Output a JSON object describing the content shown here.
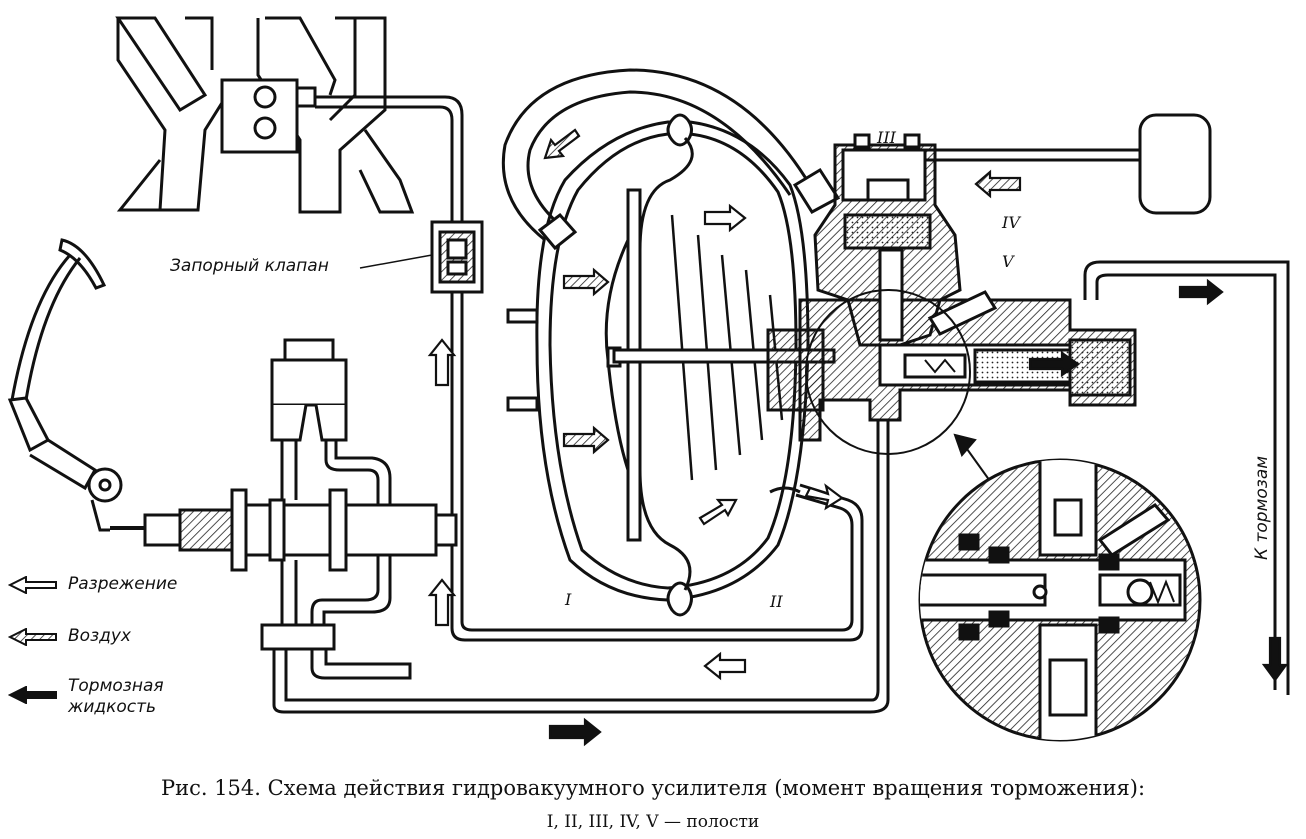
{
  "labels": {
    "check_valve": "Запорный клапан",
    "to_brakes": "К тормозам",
    "cavity_I": "I",
    "cavity_II": "II",
    "cavity_III": "III",
    "cavity_IV": "IV",
    "cavity_V": "V"
  },
  "legend": [
    {
      "icon": "hollow-arrow-icon",
      "text": "Разрежение"
    },
    {
      "icon": "hatched-arrow-icon",
      "text": "Воздух"
    },
    {
      "icon": "solid-arrow-icon",
      "text": "Тормозная жидкость"
    }
  ],
  "legend_line2": "жидкость",
  "legend_line1_brake": "Тормозная",
  "caption": {
    "line1": "Рис. 154. Схема действия гидровакуумного усилителя (момент вращения торможения):",
    "line2": "I, II, III, IV, V — полости"
  },
  "colors": {
    "ink": "#111111",
    "paper": "#ffffff",
    "hatch": "#333333"
  }
}
